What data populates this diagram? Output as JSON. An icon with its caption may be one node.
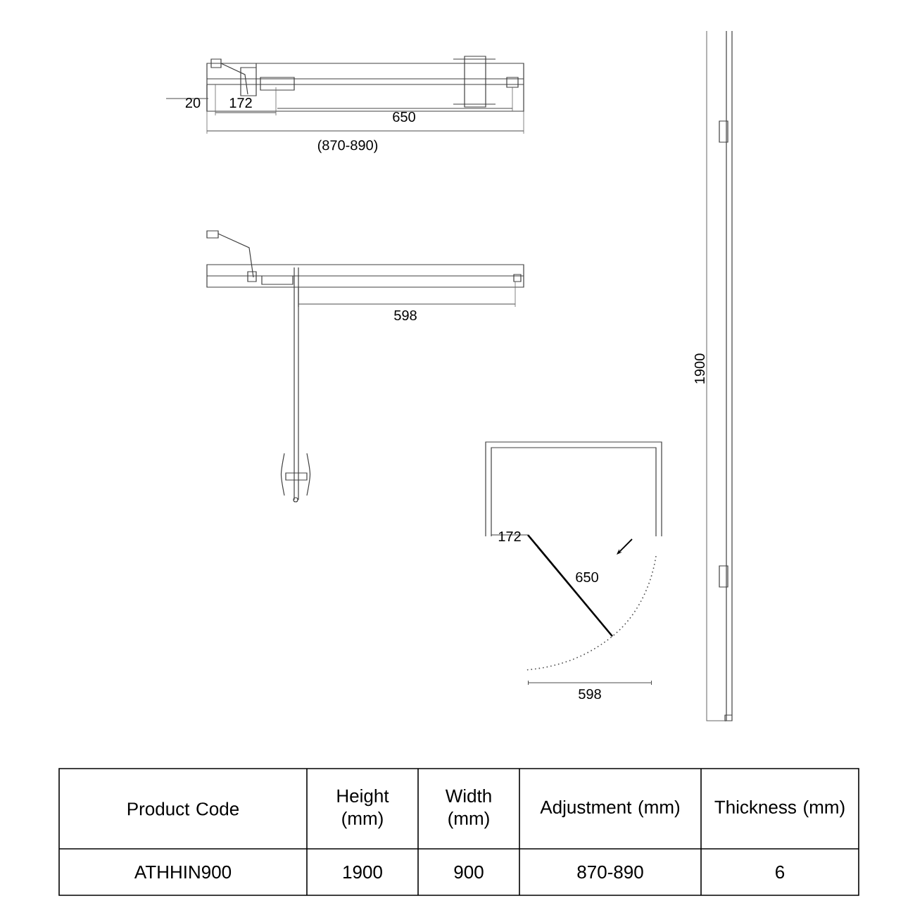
{
  "diagram": {
    "labels": [
      "20",
      "172",
      "650",
      "(870-890)",
      "598",
      "1900",
      "172",
      "650",
      "598",
      "Product Code",
      "Height (mm)",
      "Width (mm)",
      "Adjustment (mm)",
      "Thickness (mm)",
      "ATHHIN900",
      "1900",
      "900",
      "870-890",
      "6"
    ]
  }
}
